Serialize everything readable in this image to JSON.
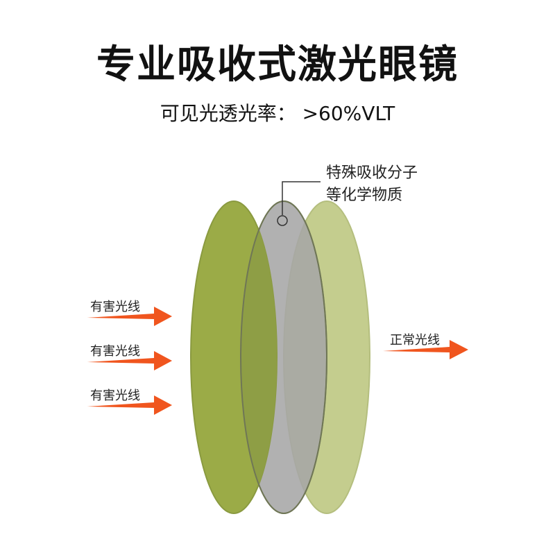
{
  "title": "专业吸收式激光眼镜",
  "subtitle": "可见光透光率： >60%VLT",
  "callout": {
    "line1": "特殊吸收分子",
    "line2": "等化学物质"
  },
  "incoming_rays": [
    {
      "label": "有害光线"
    },
    {
      "label": "有害光线"
    },
    {
      "label": "有害光线"
    }
  ],
  "outgoing_ray": {
    "label": "正常光线"
  },
  "colors": {
    "lens_front": "#9AAA46",
    "lens_middle": "#A8A8A8",
    "lens_back": "#C4CD8E",
    "overlap": "#8C9B45",
    "arrow": "#F0551E",
    "lens_stroke": "#7D8A3C"
  }
}
